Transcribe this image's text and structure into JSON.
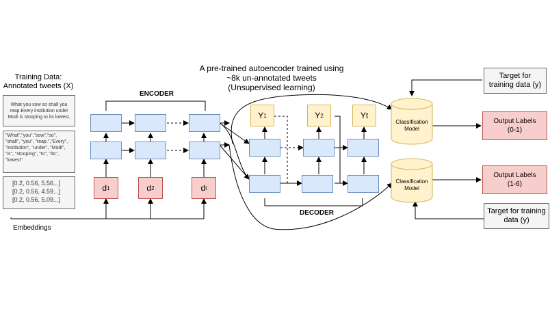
{
  "training_data_label": "Training Data:\nAnnotated tweets (X)",
  "tweet_text": "What you sow so shall you reap.Every institution under Modi is stooping to its lowest.",
  "tokens_text": "\"What\",\"you\",\"sow\",\"so\", \"shall\", \"you\", \"reap.\",\"Every\", \"institution\", \"under\", \"Modi\", \"is\", \"stooping\", \"to\", \"its\", \"lowest\"",
  "embeddings_rows": [
    "[0.2, 0.56, 5.56...]",
    "[0.2, 0.56, 4.59...]",
    "[0.2, 0.56, 5.09...]"
  ],
  "embeddings_label": "Embeddings",
  "encoder_label": "ENCODER",
  "decoder_label": "DECODER",
  "autoencoder_note": "A pre-trained autoencoder trained using\n~8k un-annotated tweets\n(Unsupervised learning)",
  "inputs": [
    {
      "base": "d",
      "sub": "1"
    },
    {
      "base": "d",
      "sub": "2"
    },
    {
      "base": "d",
      "sub": "t"
    }
  ],
  "outputs": [
    {
      "base": "Y",
      "sub": "1"
    },
    {
      "base": "Y",
      "sub": "2"
    },
    {
      "base": "Yt",
      "sub": ""
    }
  ],
  "classifier_top": "Classification\nModel",
  "classifier_bottom": "Classification\nModel",
  "output_labels_top": "Output Labels\n(0-1)",
  "output_labels_bottom": "Output Labels\n(1-6)",
  "target_top": "Target for\ntraining data (y)",
  "target_bottom": "Target for training\ndata (y)"
}
